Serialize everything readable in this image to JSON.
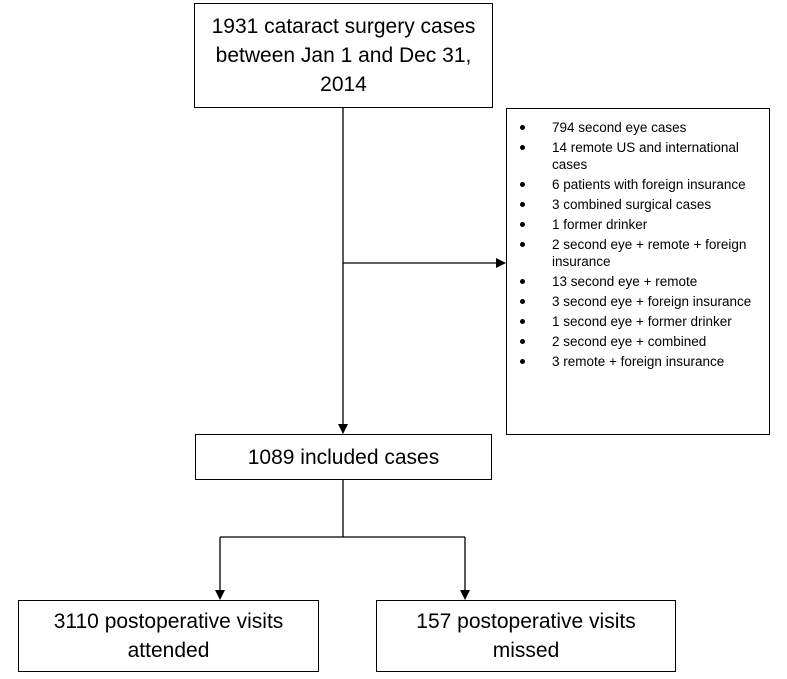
{
  "flowchart": {
    "top_box": {
      "text": "1931 cataract surgery cases between Jan 1 and Dec 31, 2014"
    },
    "exclusions": {
      "items": [
        "794 second eye cases",
        "14 remote US and international cases",
        "6 patients with foreign insurance",
        "3 combined surgical cases",
        "1 former drinker",
        "2 second eye + remote + foreign insurance",
        "13 second eye + remote",
        "3 second eye + foreign insurance",
        "1 second eye + former drinker",
        "2 second eye + combined",
        "3 remote + foreign insurance"
      ]
    },
    "included_box": {
      "text": "1089 included cases"
    },
    "attended_box": {
      "text": "3110 postoperative visits attended"
    },
    "missed_box": {
      "text": "157 postoperative visits missed"
    }
  },
  "colors": {
    "line": "#000000",
    "box_border": "#000000",
    "background": "#ffffff"
  }
}
